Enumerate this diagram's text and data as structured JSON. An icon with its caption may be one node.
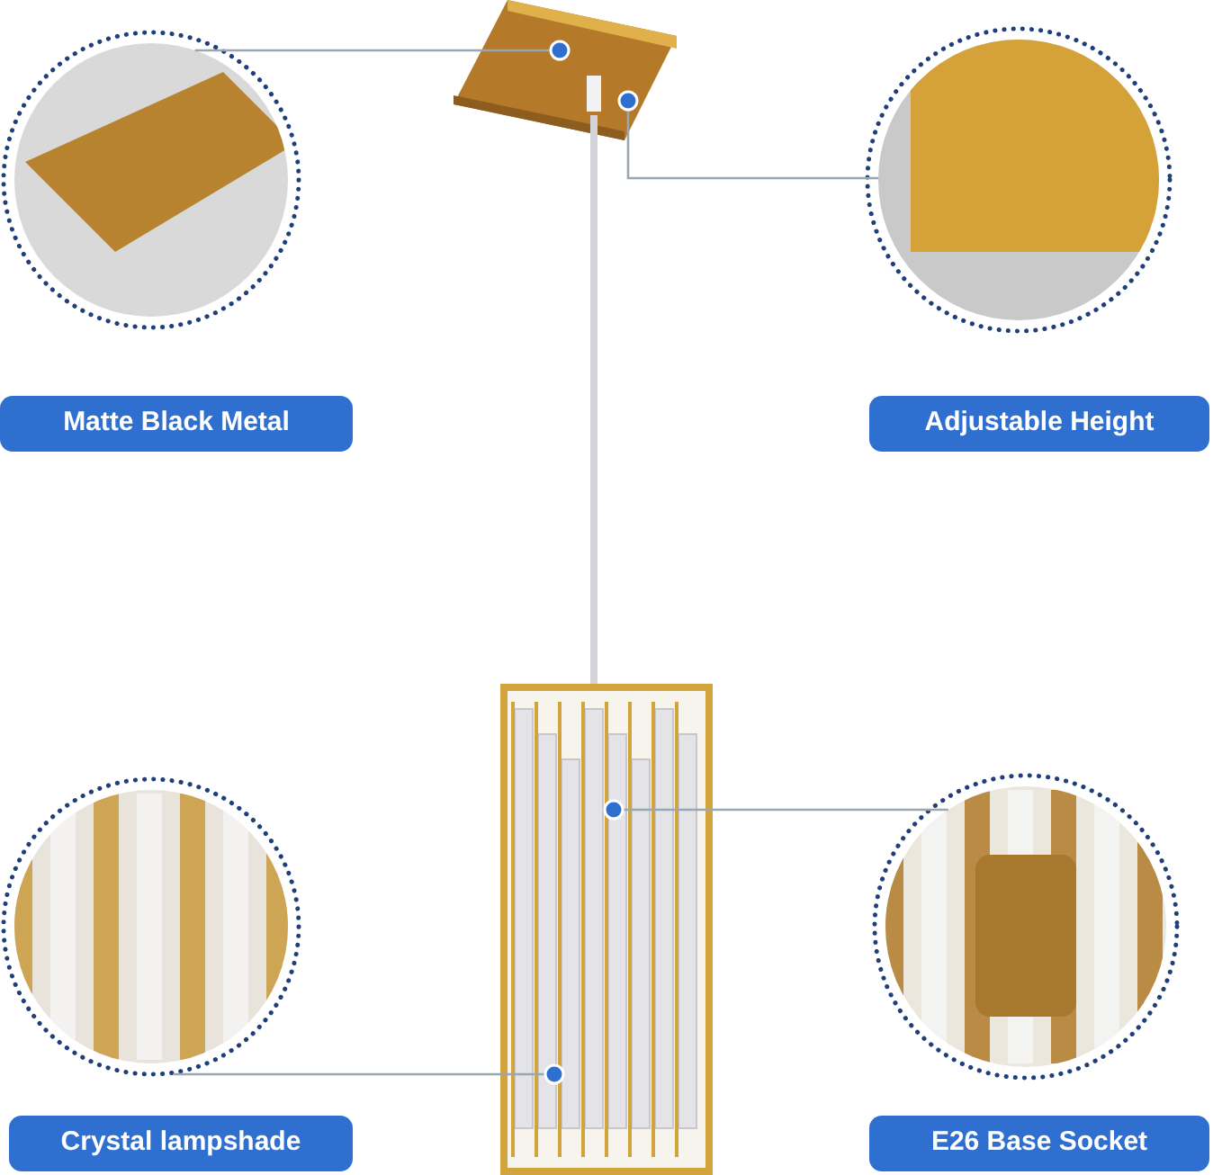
{
  "diagram": {
    "nodes": [
      {
        "text": [],
        "shape": "picture"
      },
      {
        "text": [
          "Matte Black Metal"
        ]
      },
      {
        "text": [],
        "shape": "picture"
      },
      {
        "text": [
          "Adjustable Height"
        ]
      },
      {
        "text": [],
        "shape": "picture"
      },
      {
        "text": [
          "Crystal lampshade"
        ]
      },
      {
        "text": [],
        "shape": "picture"
      },
      {
        "text": [
          "E26 Base Socket"
        ]
      },
      {
        "text": [],
        "shape": "picture"
      },
      {
        "text": [],
        "shape": "picture"
      }
    ],
    "edges": [
      {
        "from": 8,
        "to": 0,
        "arrow": "other"
      },
      {
        "from": 8,
        "to": 2,
        "arrow": "other"
      },
      {
        "from": 9,
        "to": 6,
        "arrow": "other"
      },
      {
        "from": 9,
        "to": 4,
        "arrow": "other"
      },
      {
        "from": 8,
        "to": 9,
        "arrow": "none",
        "style": "thick",
        "color": "#d4d4d8"
      }
    ]
  }
}
